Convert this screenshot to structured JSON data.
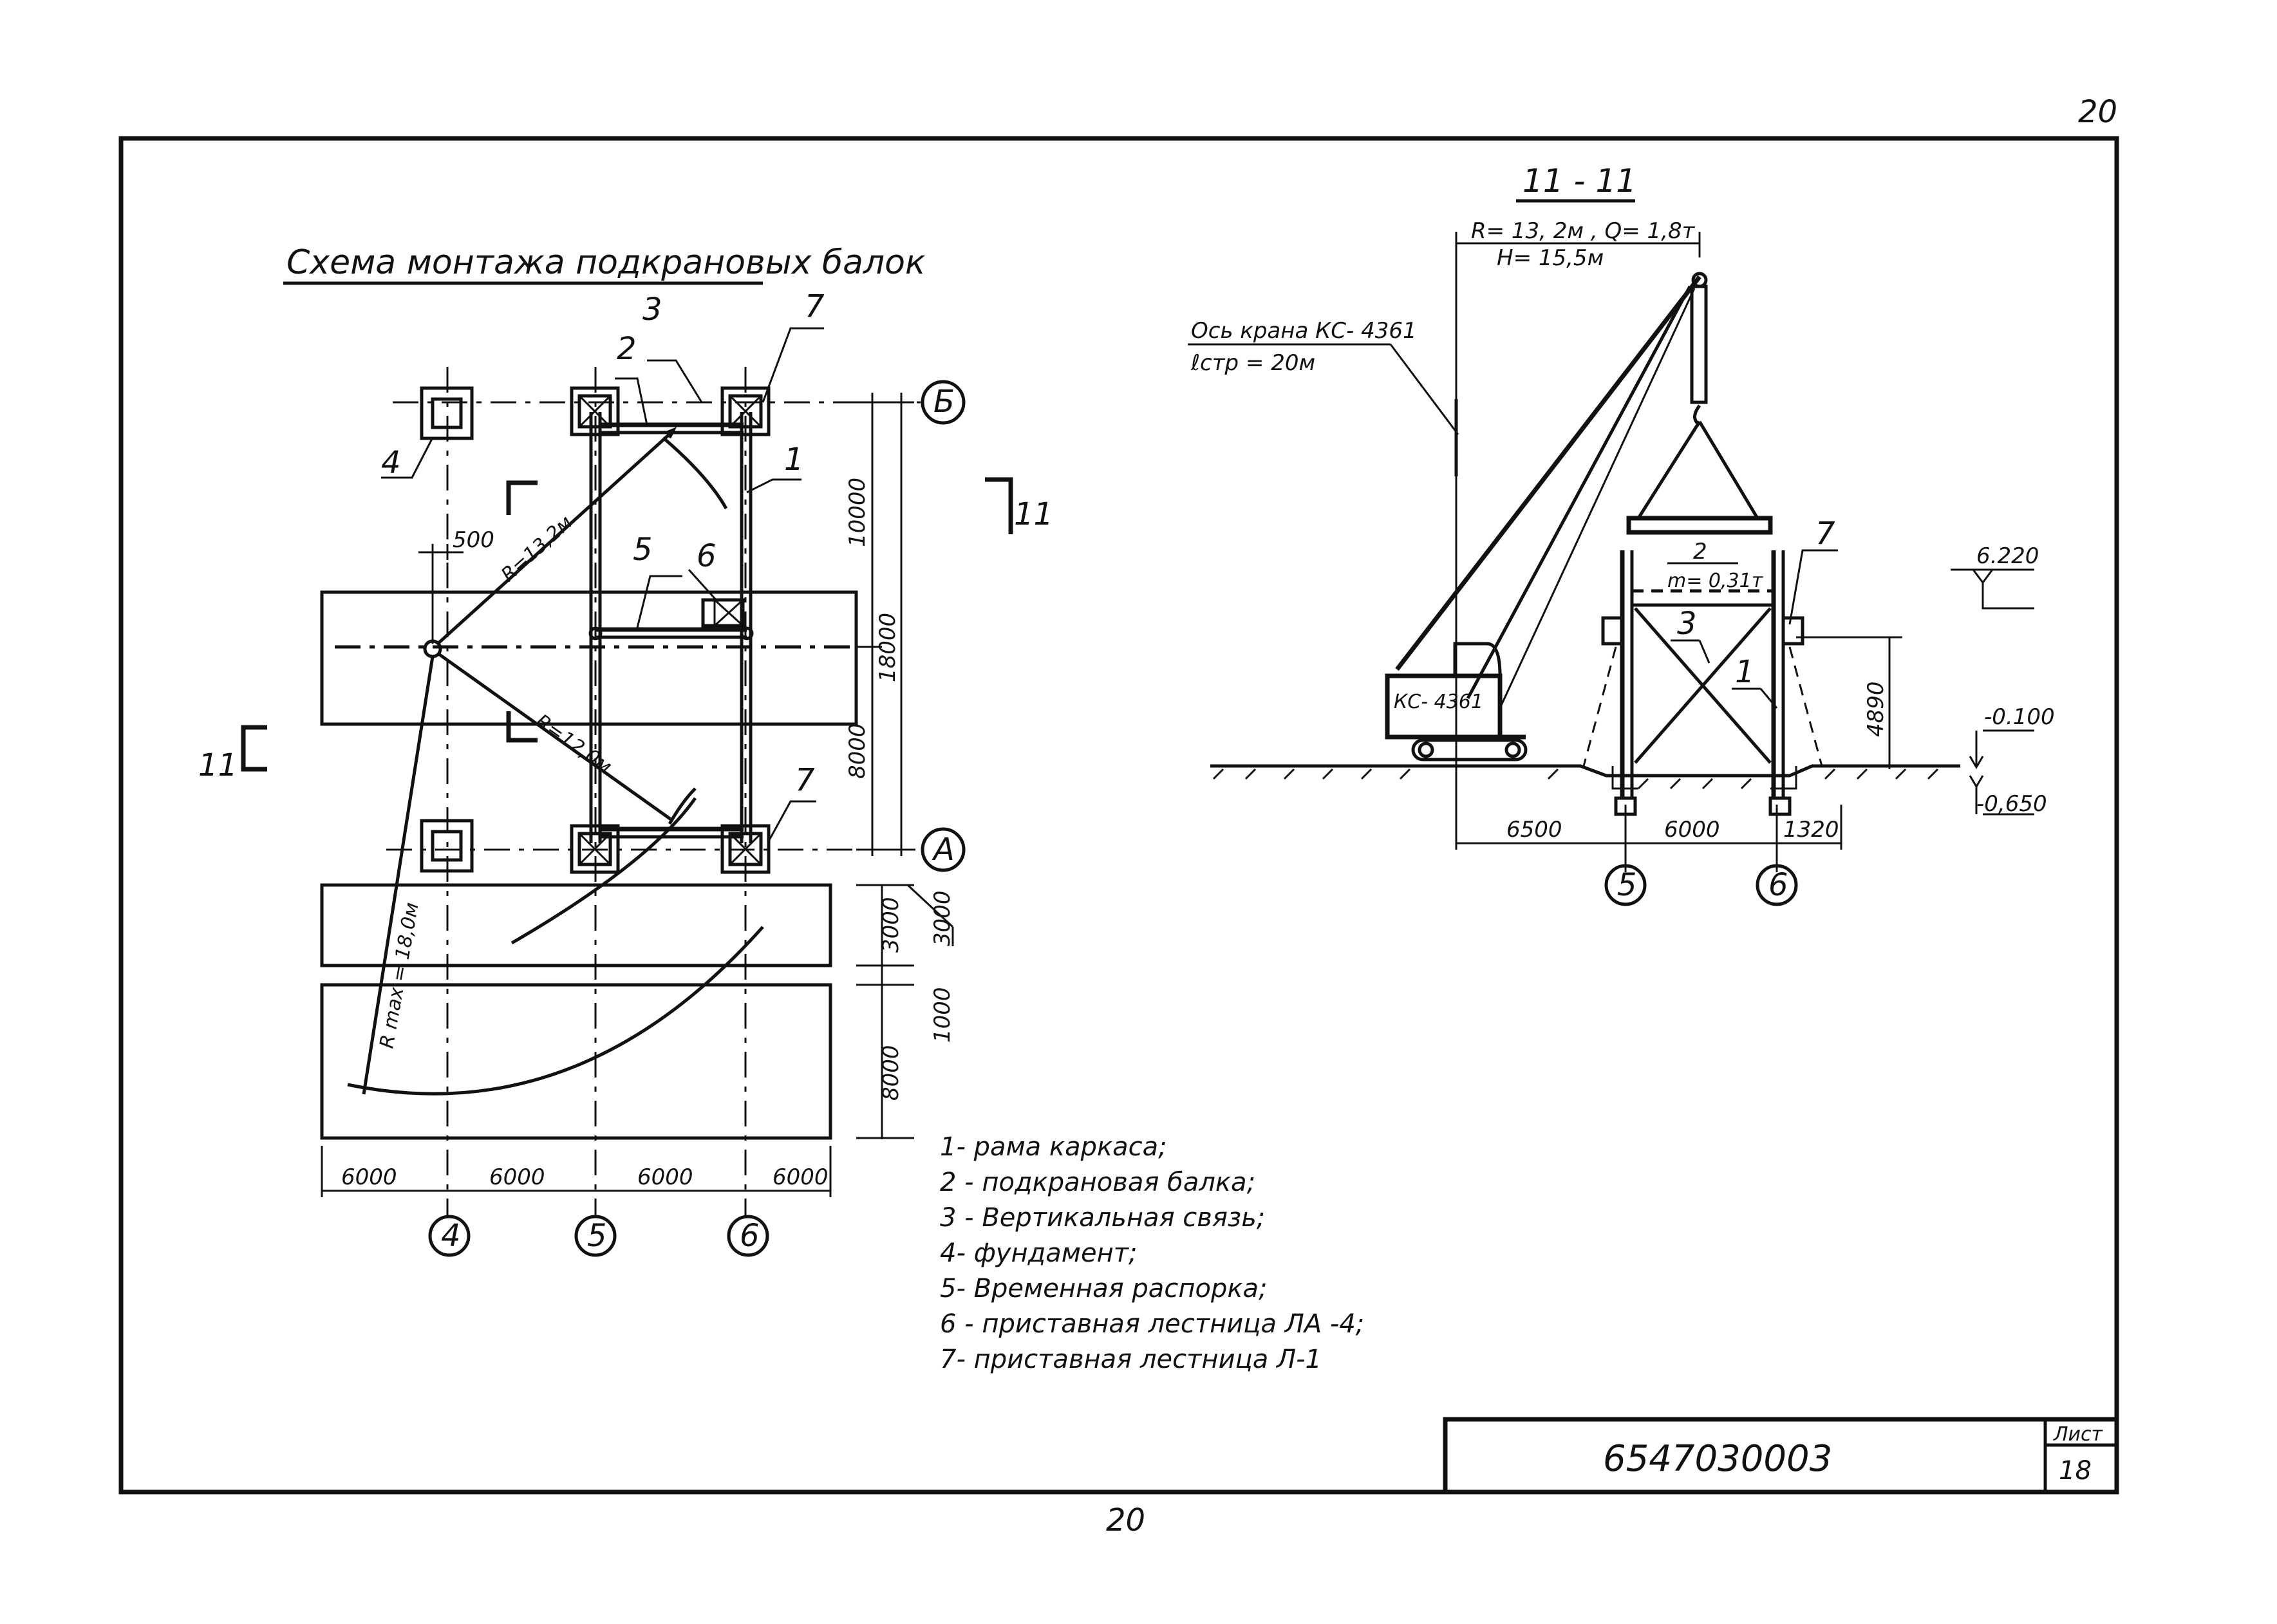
{
  "page_number_top": "20",
  "page_number_bottom": "20",
  "plan": {
    "title": "Схема монтажа подкрановых балок",
    "callouts": [
      "1",
      "2",
      "3",
      "4",
      "5",
      "6",
      "7",
      "7"
    ],
    "radius_labels": [
      "R=13,2м",
      "R=12,0м",
      "R max = 18,0м"
    ],
    "offset_label": "500",
    "axes_letters": [
      "Б",
      "А"
    ],
    "axes_numbers": [
      "4",
      "5",
      "6"
    ],
    "section_marks": [
      "11",
      "11"
    ],
    "bottom_dims": [
      "6000",
      "6000",
      "6000",
      "6000"
    ],
    "right_dims": [
      "10000",
      "8000",
      "18000",
      "3000",
      "3000",
      "1000",
      "8000"
    ]
  },
  "legend": [
    "1- рама каркаса;",
    "2 - подкрановая балка;",
    "3 - Вертикальная связь;",
    "4- фундамент;",
    "5- Временная распорка;",
    "6 - приставная лестница ЛА -4;",
    "7- приставная лестница Л-1"
  ],
  "section": {
    "title": "11 - 11",
    "crane_params_1": "R= 13, 2м ,  Q= 1,8т",
    "crane_params_2": "H= 15,5м",
    "crane_axis_1": "Ось крана КС- 4361",
    "crane_axis_2": "ℓстр = 20м",
    "crane_body": "КС- 4361",
    "beam_number": "2",
    "beam_mass": "m= 0,31т",
    "callouts": [
      "3",
      "1",
      "7"
    ],
    "elevations": [
      "6.220",
      "-0.100",
      "-0,650"
    ],
    "height_dim": "4890",
    "bottom_dims": [
      "6500",
      "6000",
      "1320"
    ],
    "axes_numbers": [
      "5",
      "6"
    ]
  },
  "title_block": {
    "doc_number": "6547030003",
    "sheet_label": "Лист",
    "sheet_number": "18"
  }
}
